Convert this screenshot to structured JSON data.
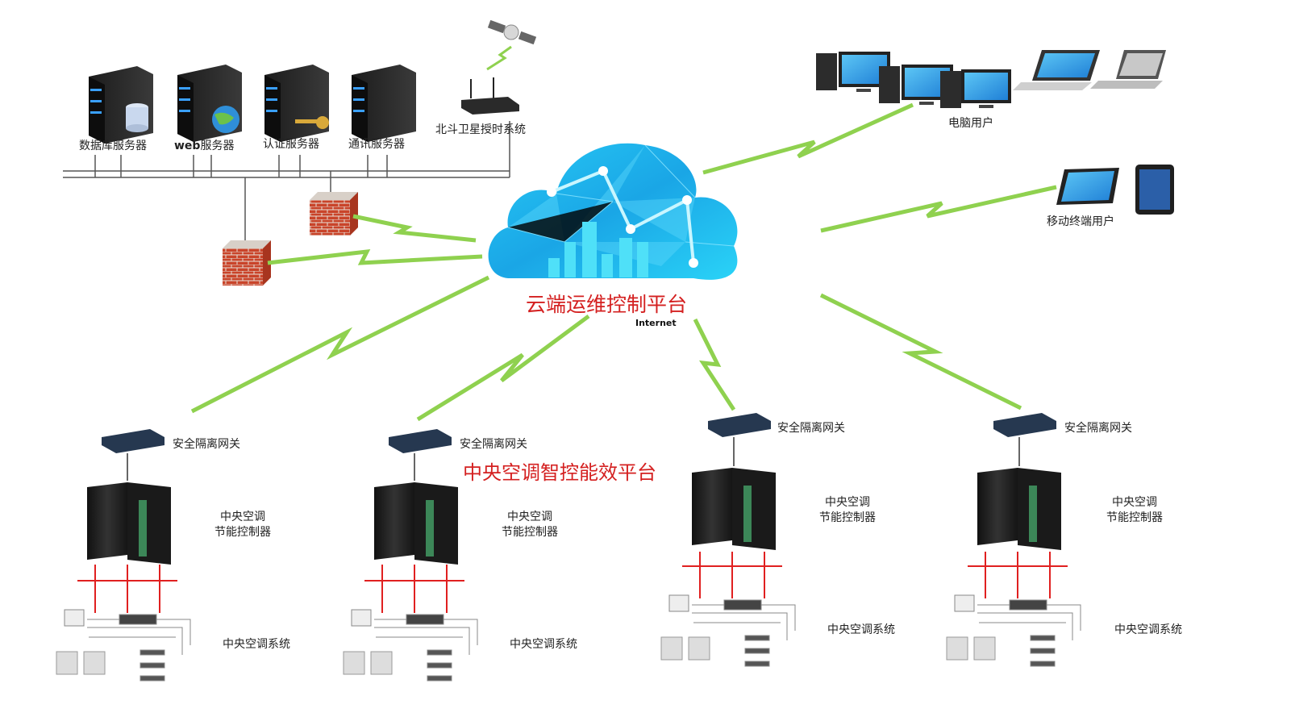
{
  "cloud": {
    "title": "云端运维控制平台",
    "sublabel": "Internet"
  },
  "servers": [
    {
      "label": "数据库服务器"
    },
    {
      "prefix": "web",
      "label": "服务器"
    },
    {
      "label": "认证服务器"
    },
    {
      "label": "通讯服务器"
    }
  ],
  "satellite": {
    "label": "北斗卫星授时系统"
  },
  "pc_users": {
    "label": "电脑用户"
  },
  "mobile_users": {
    "label": "移动终端用户"
  },
  "platform_title": "中央空调智控能效平台",
  "sites": [
    {
      "gateway": "安全隔离网关",
      "controller_line1": "中央空调",
      "controller_line2": "节能控制器",
      "system": "中央空调系统"
    },
    {
      "gateway": "安全隔离网关",
      "controller_line1": "中央空调",
      "controller_line2": "节能控制器",
      "system": "中央空调系统"
    },
    {
      "gateway": "安全隔离网关",
      "controller_line1": "中央空调",
      "controller_line2": "节能控制器",
      "system": "中央空调系统"
    },
    {
      "gateway": "安全隔离网关",
      "controller_line1": "中央空调",
      "controller_line2": "节能控制器",
      "system": "中央空调系统"
    }
  ],
  "colors": {
    "link": "#8fd14f",
    "accent_red": "#d42020",
    "cloud": "#1ec3f0",
    "bus_red": "#e02020"
  }
}
